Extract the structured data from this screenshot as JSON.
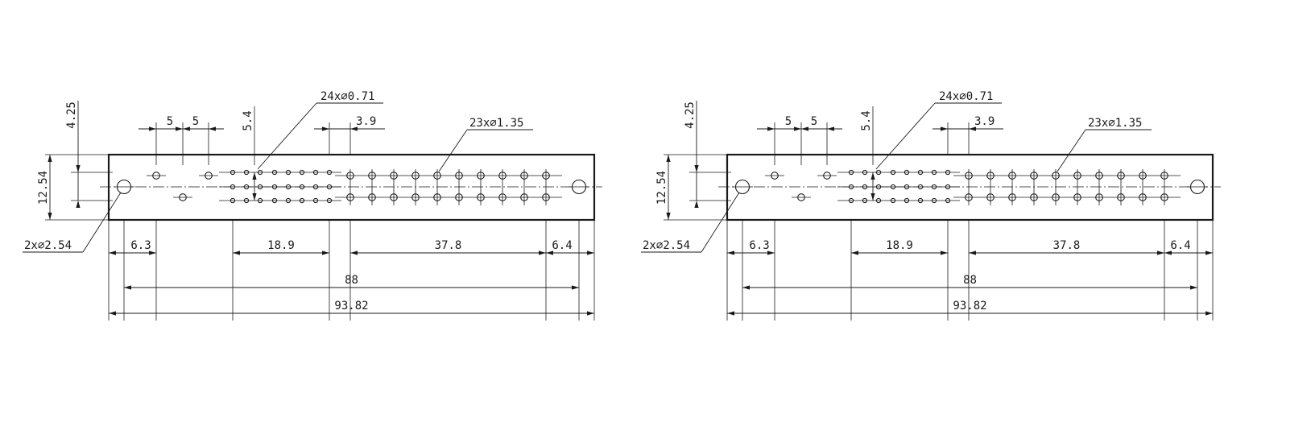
{
  "views": [
    {
      "id": "left",
      "dimensions": {
        "height_top": "4.25",
        "height_total": "12.54",
        "pitch_a": "5",
        "pitch_b": "5",
        "row_pitch": "5.4",
        "offset_small": "3.9",
        "left_offset": "6.3",
        "mid_span": "18.9",
        "right_span": "37.8",
        "right_offset": "6.4",
        "mount_span": "88",
        "overall_length": "93.82"
      },
      "callouts": {
        "small_holes": "24x∅0.71",
        "large_holes": "23x∅1.35",
        "mount_holes": "2x∅2.54"
      }
    },
    {
      "id": "right",
      "dimensions": {
        "height_top": "4.25",
        "height_total": "12.54",
        "pitch_a": "5",
        "pitch_b": "5",
        "row_pitch": "5.4",
        "offset_small": "3.9",
        "left_offset": "6.3",
        "mid_span": "18.9",
        "right_span": "37.8",
        "right_offset": "6.4",
        "mount_span": "88",
        "overall_length": "93.82"
      },
      "callouts": {
        "small_holes": "24x∅0.71",
        "large_holes": "23x∅1.35",
        "mount_holes": "2x∅2.54"
      }
    }
  ],
  "holes": {
    "small_count": 24,
    "large_count": 23,
    "mount_count": 2
  }
}
